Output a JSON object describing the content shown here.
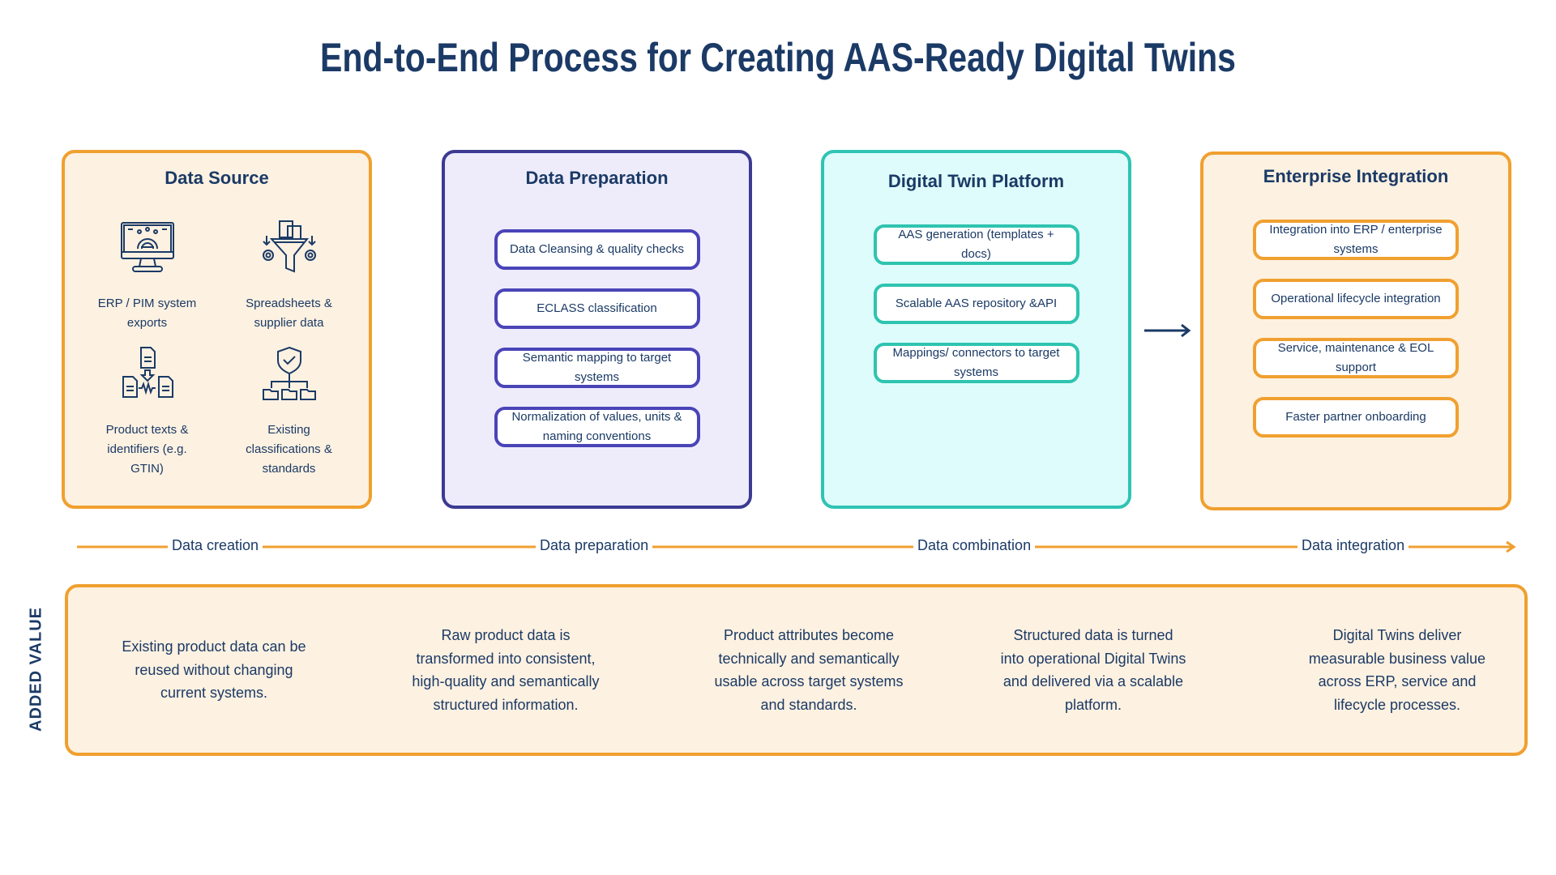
{
  "title": "End-to-End Process for Creating AAS-Ready Digital Twins",
  "colors": {
    "navy": "#1b3a66",
    "orange": "#f0a030",
    "indigo": "#3c3a92",
    "teal": "#2fc4b4"
  },
  "stages": {
    "source": {
      "title": "Data Source",
      "items": [
        {
          "label": "ERP / PIM system exports",
          "icon": "computer-gear-icon"
        },
        {
          "label": "Spreadsheets & supplier data",
          "icon": "funnel-documents-icon"
        },
        {
          "label": "Product texts & identifiers (e.g. GTIN)",
          "icon": "documents-merge-icon"
        },
        {
          "label": "Existing classifications & standards",
          "icon": "shield-hierarchy-icon"
        }
      ]
    },
    "prep": {
      "title": "Data Preparation",
      "items": [
        "Data Cleansing & quality checks",
        "ECLASS classification",
        "Semantic mapping to target systems",
        "Normalization of values, units & naming conventions"
      ]
    },
    "twin": {
      "title": "Digital Twin Platform",
      "items": [
        "AAS generation (templates + docs)",
        "Scalable AAS repository &API",
        "Mappings/ connectors to target systems"
      ]
    },
    "ent": {
      "title": "Enterprise Integration",
      "items": [
        "Integration into ERP / enterprise systems",
        "Operational lifecycle integration",
        "Service, maintenance & EOL support",
        "Faster partner onboarding"
      ]
    }
  },
  "timeline": [
    "Data creation",
    "Data preparation",
    "Data combination",
    "Data integration"
  ],
  "added_value": {
    "label": "ADDED VALUE",
    "items": [
      "Existing product data can be reused without changing current systems.",
      "Raw product data is transformed into consistent, high-quality and semantically structured information.",
      "Product attributes become technically and semantically usable across target systems and standards.",
      "Structured data is turned into operational Digital Twins and delivered via a scalable platform.",
      "Digital Twins deliver measurable business value across ERP, service and lifecycle processes."
    ]
  }
}
